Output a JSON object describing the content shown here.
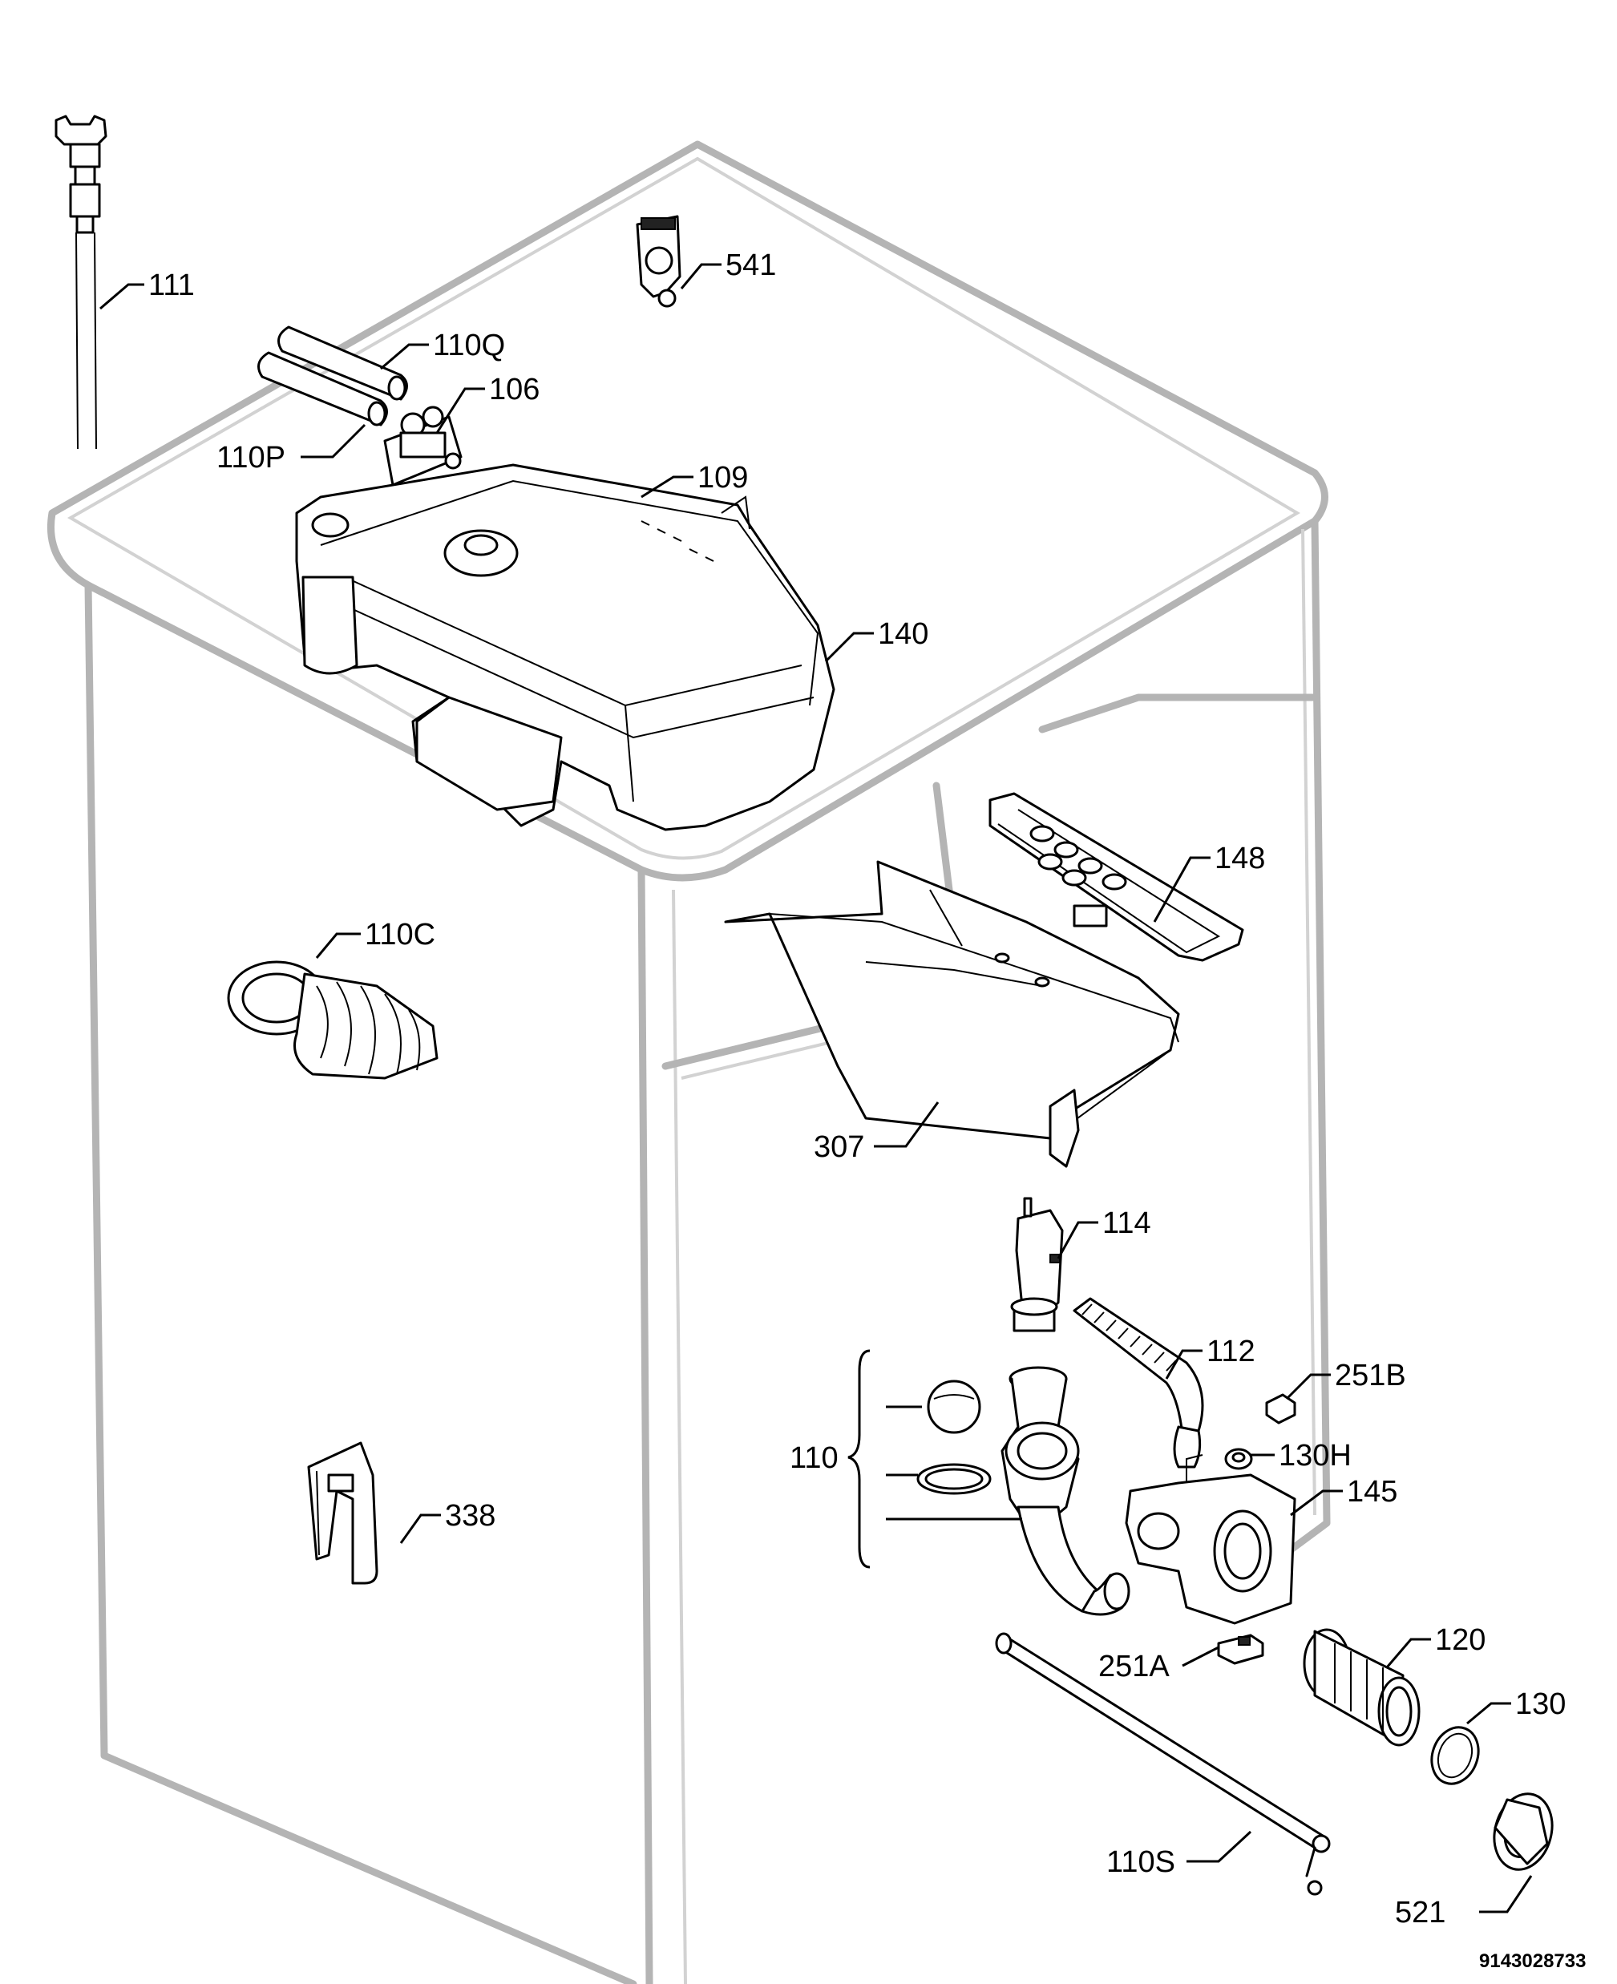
{
  "labels": {
    "p111": "111",
    "p541": "541",
    "p110q": "110Q",
    "p106": "106",
    "p110p": "110P",
    "p109": "109",
    "p140": "140",
    "p148": "148",
    "p110c": "110C",
    "p307": "307",
    "p114": "114",
    "p112": "112",
    "p251b": "251B",
    "p110": "110",
    "p130h": "130H",
    "p145": "145",
    "p338": "338",
    "p120": "120",
    "p251a": "251A",
    "p130": "130",
    "p110s": "110S",
    "p521": "521"
  },
  "document_number": "9143028733"
}
